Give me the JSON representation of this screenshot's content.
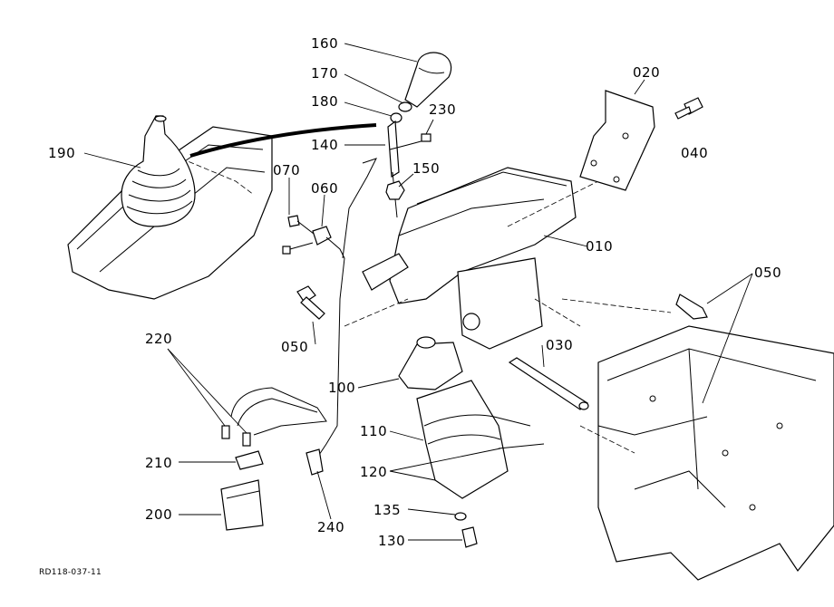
{
  "diagram": {
    "reference": "RD118-037-11",
    "callouts": [
      {
        "id": "160",
        "text": "160"
      },
      {
        "id": "170",
        "text": "170"
      },
      {
        "id": "180",
        "text": "180"
      },
      {
        "id": "230",
        "text": "230"
      },
      {
        "id": "140",
        "text": "140"
      },
      {
        "id": "150",
        "text": "150"
      },
      {
        "id": "190",
        "text": "190"
      },
      {
        "id": "070",
        "text": "070"
      },
      {
        "id": "060",
        "text": "060"
      },
      {
        "id": "020",
        "text": "020"
      },
      {
        "id": "040",
        "text": "040"
      },
      {
        "id": "010",
        "text": "010"
      },
      {
        "id": "050a",
        "text": "050"
      },
      {
        "id": "050b",
        "text": "050"
      },
      {
        "id": "030",
        "text": "030"
      },
      {
        "id": "220",
        "text": "220"
      },
      {
        "id": "100",
        "text": "100"
      },
      {
        "id": "110",
        "text": "110"
      },
      {
        "id": "120",
        "text": "120"
      },
      {
        "id": "210",
        "text": "210"
      },
      {
        "id": "200",
        "text": "200"
      },
      {
        "id": "240",
        "text": "240"
      },
      {
        "id": "135",
        "text": "135"
      },
      {
        "id": "130",
        "text": "130"
      }
    ]
  }
}
